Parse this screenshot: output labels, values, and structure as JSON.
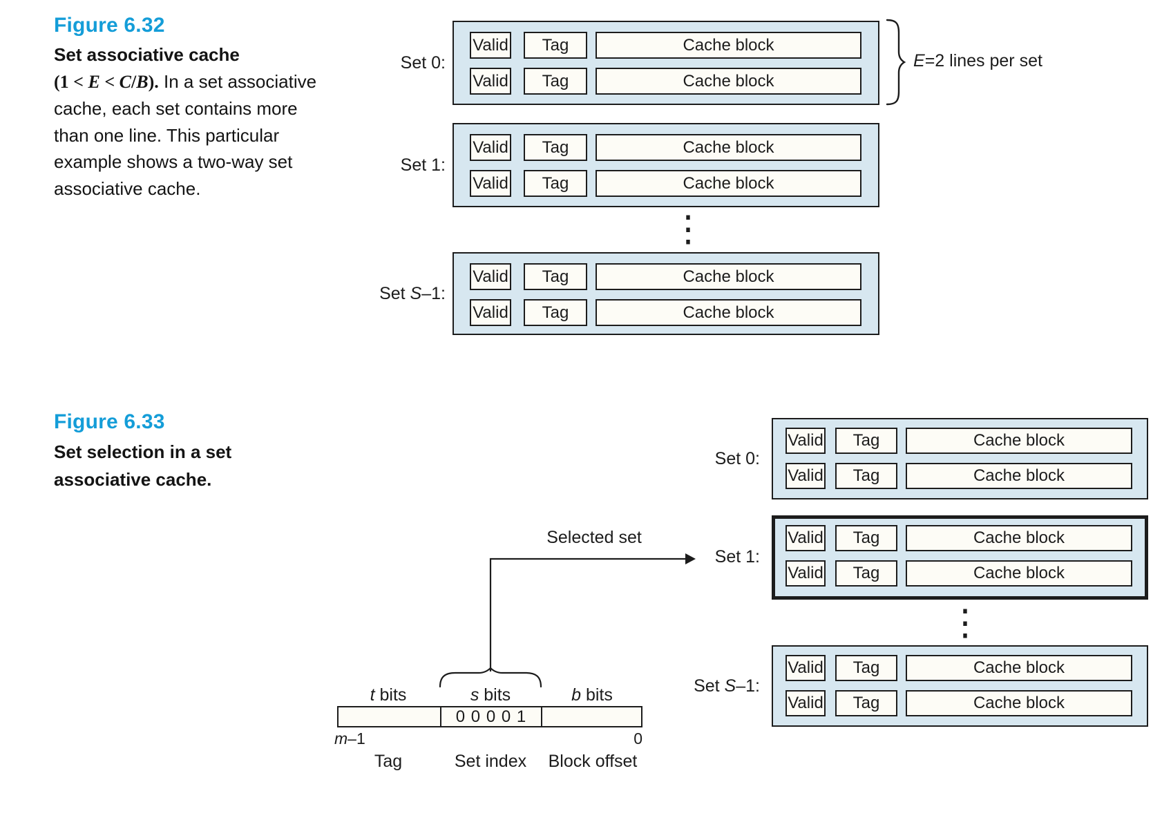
{
  "colors": {
    "accent": "#149dd8",
    "set_fill": "#d7e7f0",
    "cell_fill": "#fdfcf6",
    "line": "#1c1c1c"
  },
  "shared": {
    "cells": {
      "valid": "Valid",
      "tag": "Tag",
      "block": "Cache block"
    },
    "ellipsis": "⋮"
  },
  "figure32": {
    "heading": "Figure 6.32",
    "caption_title": "Set associative cache",
    "math": {
      "p1": "(1 < ",
      "v1": "E",
      "p2": " < ",
      "v2": "C",
      "p3": "/",
      "v3": "B",
      "p4": ")."
    },
    "caption_text": " In a set associative cache, each set contains more than one line. This particular example shows a two-way set associative cache.",
    "sets": [
      {
        "pre": "Set 0:",
        "var": "",
        "post": ""
      },
      {
        "pre": "Set 1:",
        "var": "",
        "post": ""
      },
      {
        "pre": "Set ",
        "var": "S",
        "post": "–1:"
      }
    ],
    "brace_label": {
      "var": "E",
      "rest": "=2 lines per set"
    }
  },
  "figure33": {
    "heading": "Figure 6.33",
    "caption_title": "Set selection in a set associative cache.",
    "selected_set_label": "Selected set",
    "sets": [
      {
        "pre": "Set 0:",
        "var": "",
        "post": ""
      },
      {
        "pre": "Set 1:",
        "var": "",
        "post": ""
      },
      {
        "pre": "Set ",
        "var": "S",
        "post": "–1:"
      }
    ],
    "address": {
      "t_label": {
        "var": "t",
        "rest": " bits"
      },
      "s_label": {
        "var": "s",
        "rest": " bits"
      },
      "b_label": {
        "var": "b",
        "rest": " bits"
      },
      "s_value": "0 0 0 0 1",
      "msb_label": {
        "var": "m",
        "rest": "–1"
      },
      "lsb_label": "0",
      "tag_label": "Tag",
      "set_index_label": "Set index",
      "block_offset_label": "Block offset"
    }
  }
}
